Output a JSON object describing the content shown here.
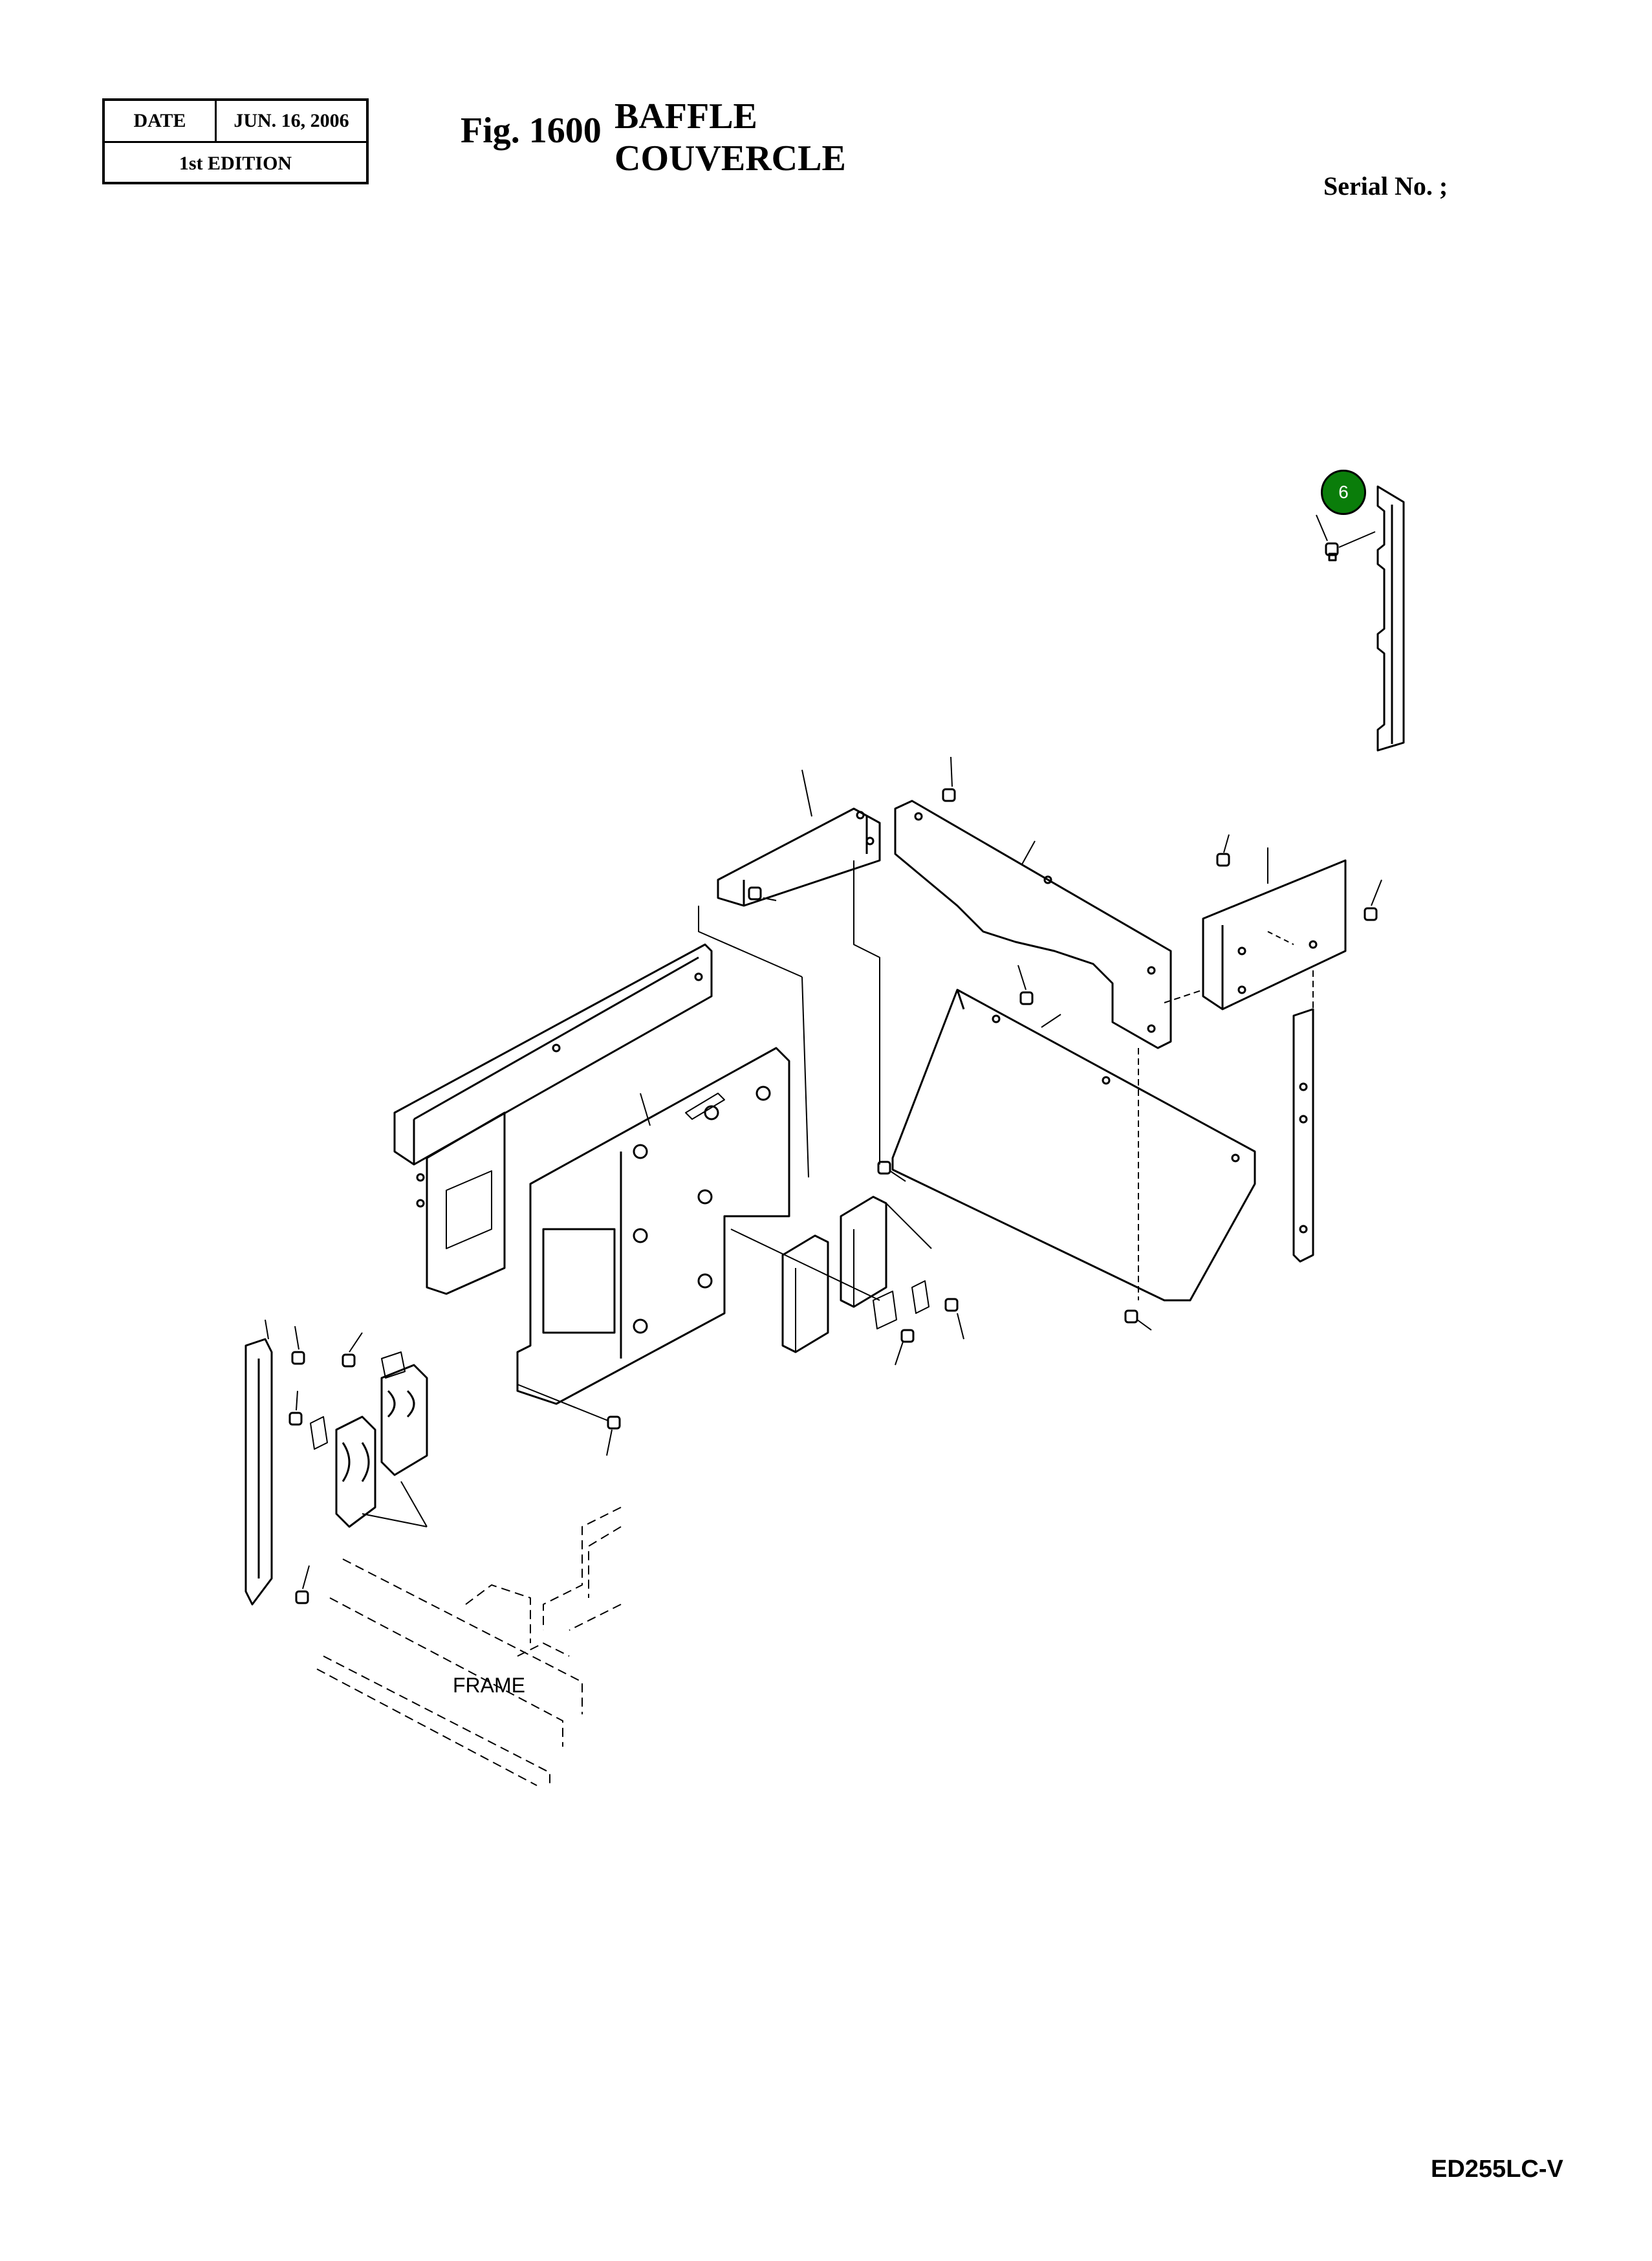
{
  "header": {
    "date_label": "DATE",
    "date_value": "JUN. 16, 2006",
    "edition": "1st EDITION",
    "fig_label": "Fig. 1600",
    "title_en": "BAFFLE",
    "title_fr": "COUVERCLE",
    "serial": "Serial No. ;"
  },
  "diagram": {
    "frame_label": "FRAME",
    "callouts": [
      {
        "number": "6",
        "color": "#0a7d0a"
      }
    ]
  },
  "footer": {
    "model": "ED255LC-V"
  }
}
